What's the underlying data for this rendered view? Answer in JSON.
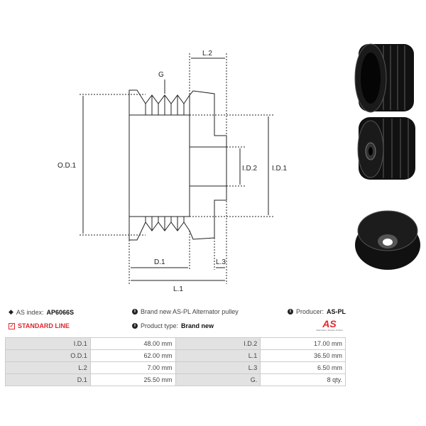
{
  "diagram": {
    "labels": {
      "g": "G",
      "od1": "O.D.1",
      "id1": "I.D.1",
      "id2": "I.D.2",
      "l1": "L.1",
      "l2": "L.2",
      "l3": "L.3",
      "d1": "D.1"
    }
  },
  "info": {
    "as_index_label": "AS index:",
    "as_index_value": "AP6066S",
    "standard_line": "STANDARD LINE",
    "description": "Brand new AS-PL Alternator pulley",
    "product_type_label": "Product type:",
    "product_type_value": "Brand new",
    "producer_label": "Producer:",
    "producer_value": "AS-PL",
    "logo_text": "AS",
    "logo_caption": "Alternators, Starters & Parts"
  },
  "specs": [
    [
      "I.D.1",
      "48.00 mm",
      "I.D.2",
      "17.00 mm"
    ],
    [
      "O.D.1",
      "62.00 mm",
      "L.1",
      "36.50 mm"
    ],
    [
      "L.2",
      "7.00 mm",
      "L.3",
      "6.50 mm"
    ],
    [
      "D.1",
      "25.50 mm",
      "G.",
      "8 qty."
    ]
  ],
  "colors": {
    "accent": "#e3262c",
    "row_label_bg": "#e2e2e2"
  }
}
